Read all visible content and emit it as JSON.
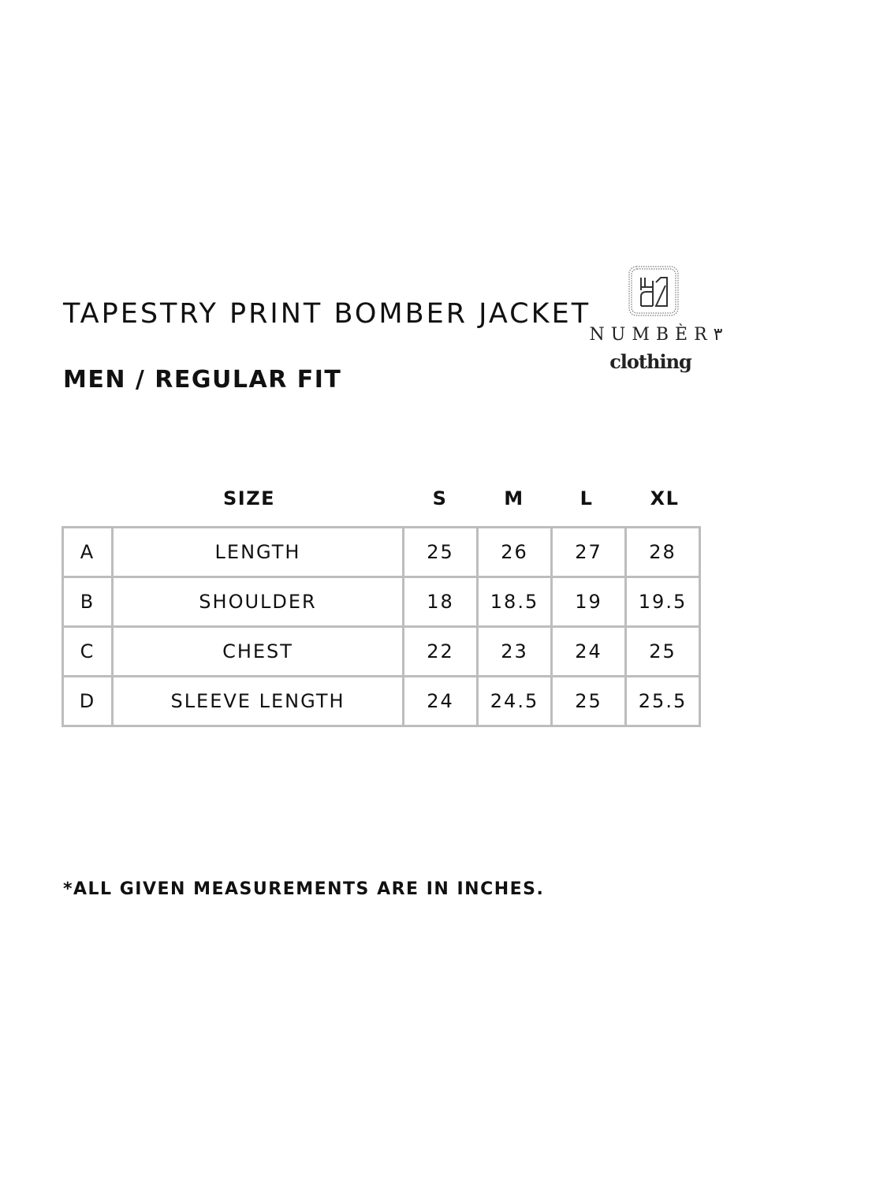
{
  "product": {
    "title": "TAPESTRY PRINT BOMBER JACKET",
    "subtitle": "MEN / REGULAR FIT"
  },
  "logo": {
    "mark_icon": "monogram-logo-icon",
    "wordmark": "NUMBÈR٣",
    "tagline": "clothing"
  },
  "size_chart": {
    "header": {
      "label": "SIZE",
      "sizes": [
        "S",
        "M",
        "L",
        "XL"
      ]
    },
    "rows": [
      {
        "letter": "A",
        "measurement": "LENGTH",
        "values": [
          "25",
          "26",
          "27",
          "28"
        ]
      },
      {
        "letter": "B",
        "measurement": "SHOULDER",
        "values": [
          "18",
          "18.5",
          "19",
          "19.5"
        ]
      },
      {
        "letter": "C",
        "measurement": "CHEST",
        "values": [
          "22",
          "23",
          "24",
          "25"
        ]
      },
      {
        "letter": "D",
        "measurement": "SLEEVE LENGTH",
        "values": [
          "24",
          "24.5",
          "25",
          "25.5"
        ]
      }
    ],
    "grid_color": "#bdbdbd"
  },
  "footnote": "*ALL GIVEN MEASUREMENTS ARE IN INCHES."
}
